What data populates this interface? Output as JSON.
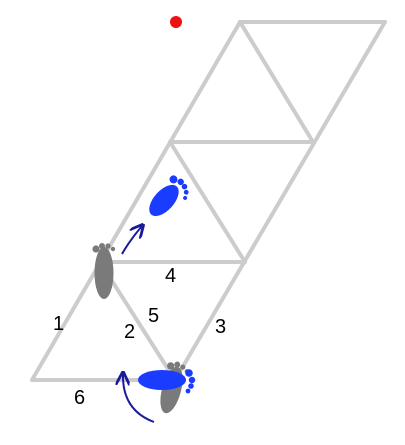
{
  "diagram": {
    "edge_labels": [
      "1",
      "2",
      "3",
      "4",
      "5",
      "6"
    ],
    "colors": {
      "lattice": "#cccccc",
      "foot_gray": "#7a7a7a",
      "foot_blue": "#1a3cff",
      "arrow": "#1a1a9a",
      "start_dot": "#ee1111",
      "label": "#000000"
    },
    "icons": {
      "gray_foot": "footprint-icon",
      "blue_foot": "footprint-icon",
      "arrow": "curved-arrow-icon",
      "dot": "dot-icon"
    }
  }
}
